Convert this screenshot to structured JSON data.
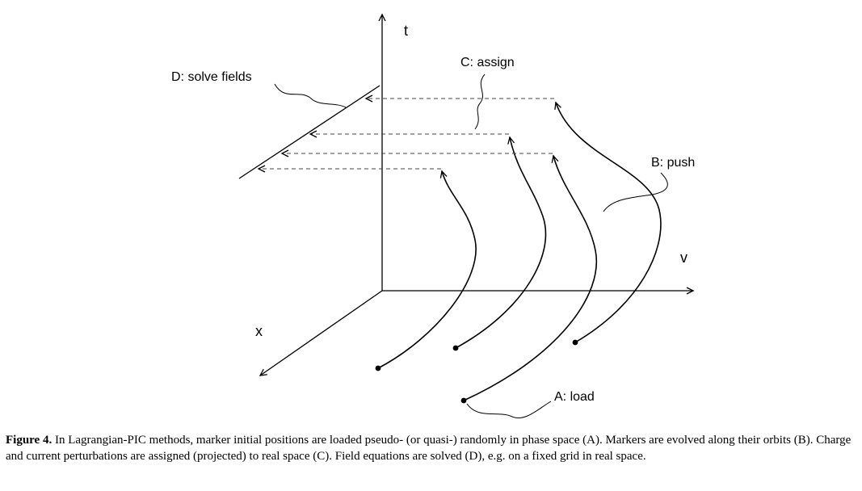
{
  "diagram": {
    "axis_labels": {
      "t": "t",
      "v": "v",
      "x": "x"
    },
    "annotations": {
      "load": "A: load",
      "push": "B: push",
      "assign": "C: assign",
      "solve_fields": "D: solve fields"
    },
    "colors": {
      "ink": "#000000",
      "dashed": "#444444",
      "background": "#ffffff"
    }
  },
  "caption": {
    "label": "Figure 4.",
    "text": "In Lagrangian-PIC methods, marker initial positions are loaded pseudo- (or quasi-) randomly in phase space (A). Markers are evolved along their orbits (B). Charge and current perturbations are assigned (projected) to real space (C). Field equations are solved (D), e.g. on a fixed grid in real space."
  }
}
